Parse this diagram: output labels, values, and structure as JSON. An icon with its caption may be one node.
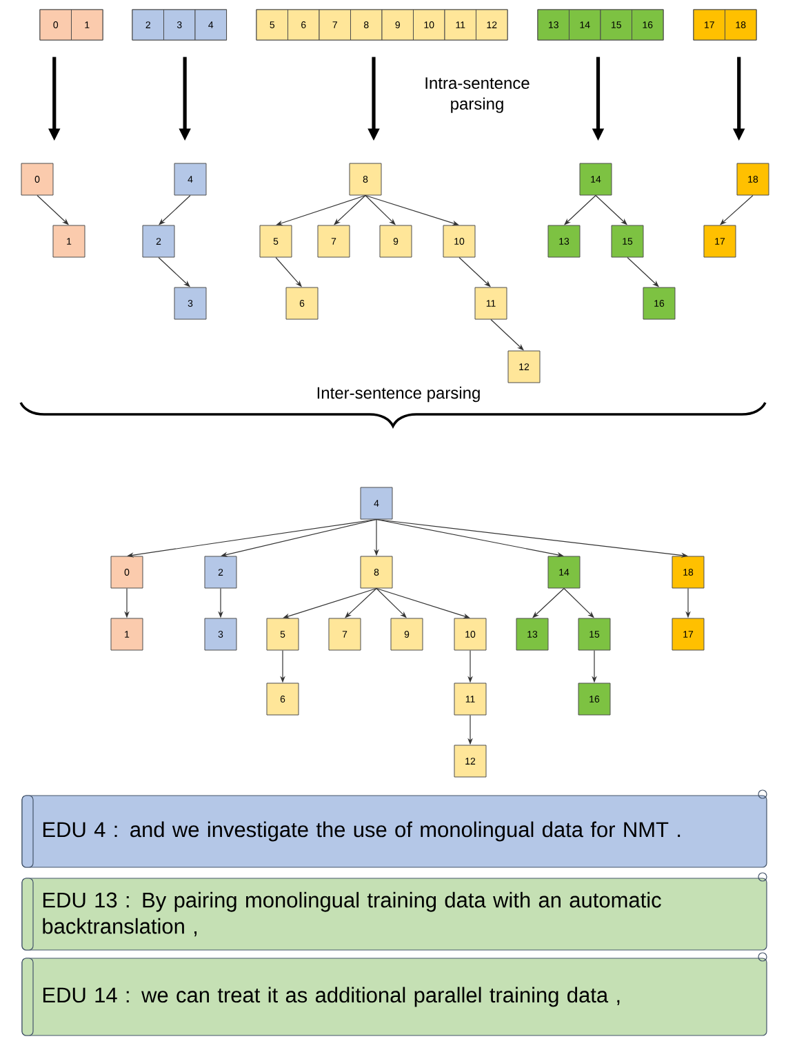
{
  "diagram": {
    "nodes": [
      {
        "text": [],
        "shape": "box"
      },
      {
        "text": [
          "0"
        ],
        "in": 0
      },
      {
        "text": [
          "1"
        ],
        "in": 0
      },
      {
        "text": [],
        "shape": "box"
      },
      {
        "text": [
          "2"
        ],
        "in": 3
      },
      {
        "text": [
          "3"
        ],
        "in": 3
      },
      {
        "text": [
          "4"
        ],
        "in": 3
      },
      {
        "text": [],
        "shape": "box"
      },
      {
        "text": [
          "5"
        ],
        "in": 7
      },
      {
        "text": [
          "6"
        ],
        "in": 7
      },
      {
        "text": [
          "7"
        ],
        "in": 7
      },
      {
        "text": [
          "8"
        ],
        "in": 7
      },
      {
        "text": [
          "9"
        ],
        "in": 7
      },
      {
        "text": [
          "10"
        ],
        "in": 7
      },
      {
        "text": [
          "11"
        ],
        "in": 7
      },
      {
        "text": [
          "12"
        ],
        "in": 7
      },
      {
        "text": [],
        "shape": "box"
      },
      {
        "text": [
          "13"
        ],
        "in": 16
      },
      {
        "text": [
          "14"
        ],
        "in": 16
      },
      {
        "text": [
          "15"
        ],
        "in": 16
      },
      {
        "text": [
          "16"
        ],
        "in": 16
      },
      {
        "text": [],
        "shape": "box"
      },
      {
        "text": [
          "17"
        ],
        "in": 21
      },
      {
        "text": [
          "18"
        ],
        "in": 21
      },
      {
        "text": [
          "0"
        ]
      },
      {
        "text": [
          "1"
        ]
      },
      {
        "text": [
          "2"
        ]
      },
      {
        "text": [
          "3"
        ]
      },
      {
        "text": [
          "4"
        ]
      },
      {
        "text": [
          "5"
        ]
      },
      {
        "text": [
          "6"
        ]
      },
      {
        "text": [
          "7"
        ]
      },
      {
        "text": [
          "8"
        ]
      },
      {
        "text": [
          "9"
        ]
      },
      {
        "text": [
          "10"
        ]
      },
      {
        "text": [
          "11"
        ]
      },
      {
        "text": [
          "12"
        ]
      },
      {
        "text": [
          "13"
        ]
      },
      {
        "text": [
          "14"
        ]
      },
      {
        "text": [
          "15"
        ]
      },
      {
        "text": [
          "16"
        ]
      },
      {
        "text": [
          "17"
        ]
      },
      {
        "text": [
          "18"
        ]
      },
      {
        "text": [
          "0"
        ]
      },
      {
        "text": [
          "1"
        ]
      },
      {
        "text": [
          "2"
        ]
      },
      {
        "text": [
          "3"
        ]
      },
      {
        "text": [
          "4"
        ]
      },
      {
        "text": [
          "5"
        ]
      },
      {
        "text": [
          "6"
        ]
      },
      {
        "text": [
          "7"
        ]
      },
      {
        "text": [
          "8"
        ]
      },
      {
        "text": [
          "9"
        ]
      },
      {
        "text": [
          "10"
        ]
      },
      {
        "text": [
          "11"
        ]
      },
      {
        "text": [
          "12"
        ]
      },
      {
        "text": [
          "13"
        ]
      },
      {
        "text": [
          "14"
        ]
      },
      {
        "text": [
          "15"
        ]
      },
      {
        "text": [
          "16"
        ]
      },
      {
        "text": [
          "17"
        ]
      },
      {
        "text": [
          "18"
        ]
      },
      {
        "text": [
          "EDU 4 : and we investigate the use of monolingual data for NMT ."
        ]
      },
      {
        "text": [
          "EDU 13 : By pairing monolingual training data with an automatic backtranslation ,"
        ]
      },
      {
        "text": [
          "EDU 14 : we can treat it as additional parallel training data ,"
        ]
      }
    ],
    "edges": [
      {
        "from": 0,
        "to": 24,
        "arrow": "to",
        "style": "thick"
      },
      {
        "from": 3,
        "to": 28,
        "arrow": "to",
        "style": "thick"
      },
      {
        "from": 7,
        "to": 32,
        "arrow": "to",
        "style": "thick"
      },
      {
        "from": 16,
        "to": 38,
        "arrow": "to",
        "style": "thick"
      },
      {
        "from": 21,
        "to": 42,
        "arrow": "to",
        "style": "thick"
      },
      {
        "from": 24,
        "to": 25,
        "arrow": "to"
      },
      {
        "from": 28,
        "to": 26,
        "arrow": "to"
      },
      {
        "from": 26,
        "to": 27,
        "arrow": "to"
      },
      {
        "from": 32,
        "to": 29,
        "arrow": "to"
      },
      {
        "from": 32,
        "to": 31,
        "arrow": "to"
      },
      {
        "from": 32,
        "to": 33,
        "arrow": "to"
      },
      {
        "from": 32,
        "to": 34,
        "arrow": "to"
      },
      {
        "from": 29,
        "to": 30,
        "arrow": "to"
      },
      {
        "from": 34,
        "to": 35,
        "arrow": "to"
      },
      {
        "from": 35,
        "to": 36,
        "arrow": "to"
      },
      {
        "from": 38,
        "to": 37,
        "arrow": "to"
      },
      {
        "from": 38,
        "to": 39,
        "arrow": "to"
      },
      {
        "from": 39,
        "to": 40,
        "arrow": "to"
      },
      {
        "from": 42,
        "to": 41,
        "arrow": "to"
      },
      {
        "from": 47,
        "to": 43,
        "arrow": "to"
      },
      {
        "from": 47,
        "to": 45,
        "arrow": "to"
      },
      {
        "from": 47,
        "to": 51,
        "arrow": "to"
      },
      {
        "from": 47,
        "to": 57,
        "arrow": "to"
      },
      {
        "from": 47,
        "to": 61,
        "arrow": "to"
      },
      {
        "from": 43,
        "to": 44,
        "arrow": "to"
      },
      {
        "from": 45,
        "to": 46,
        "arrow": "to"
      },
      {
        "from": 51,
        "to": 48,
        "arrow": "to"
      },
      {
        "from": 51,
        "to": 50,
        "arrow": "to"
      },
      {
        "from": 51,
        "to": 52,
        "arrow": "to"
      },
      {
        "from": 51,
        "to": 53,
        "arrow": "to"
      },
      {
        "from": 48,
        "to": 49,
        "arrow": "to"
      },
      {
        "from": 53,
        "to": 54,
        "arrow": "to"
      },
      {
        "from": 54,
        "to": 55,
        "arrow": "to"
      },
      {
        "from": 57,
        "to": 56,
        "arrow": "to"
      },
      {
        "from": 57,
        "to": 58,
        "arrow": "to"
      },
      {
        "from": 58,
        "to": 59,
        "arrow": "to"
      },
      {
        "from": 61,
        "to": 60,
        "arrow": "to"
      }
    ],
    "labels": [
      "Intra-sentence parsing",
      "Inter-sentence parsing"
    ]
  }
}
